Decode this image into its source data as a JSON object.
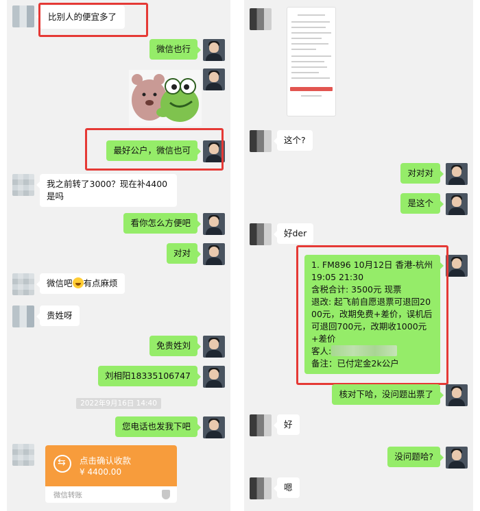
{
  "left": {
    "messages": {
      "m1": "比别人的便宜多了",
      "m2": "微信也行",
      "m3": "最好公户，微信也可",
      "m4": "我之前转了3000？现在补4400是吗",
      "m5": "看你怎么方便吧",
      "m6": "对对",
      "m7_a": "微信吧",
      "m7_b": "有点麻烦",
      "m8": "贵姓呀",
      "m9": "免贵姓刘",
      "m10": "刘相阳18335106747",
      "m11": "您电话也发我下吧"
    },
    "timestamp": "2022年9月16日 14:40",
    "transfer": {
      "title": "点击确认收款",
      "amount": "¥ 4400.00",
      "label": "微信转账"
    }
  },
  "right": {
    "messages": {
      "r1": "这个?",
      "r2": "对对对",
      "r3": "是这个",
      "r4": "好der",
      "r6": "核对下哈，没问题出票了",
      "r7": "好",
      "r8": "没问题哈?",
      "r9": "嗯"
    },
    "ticket": {
      "line1": "1. FM896    10月12日  香港-杭州  19:05 21:30",
      "line2": "含税合计: 3500元  现票",
      "line3": "退改: 起飞前自愿退票可退回2000元，改期免费+差价，误机后可退回700元，改期收1000元+差价",
      "line4_label": "客人:",
      "line5": "备注：已付定金2k公户"
    }
  },
  "colors": {
    "green_bubble": "#95ec69",
    "white_bubble": "#ffffff",
    "highlight": "#e53935",
    "transfer": "#f79c3c",
    "background": "#f1f1f1"
  }
}
